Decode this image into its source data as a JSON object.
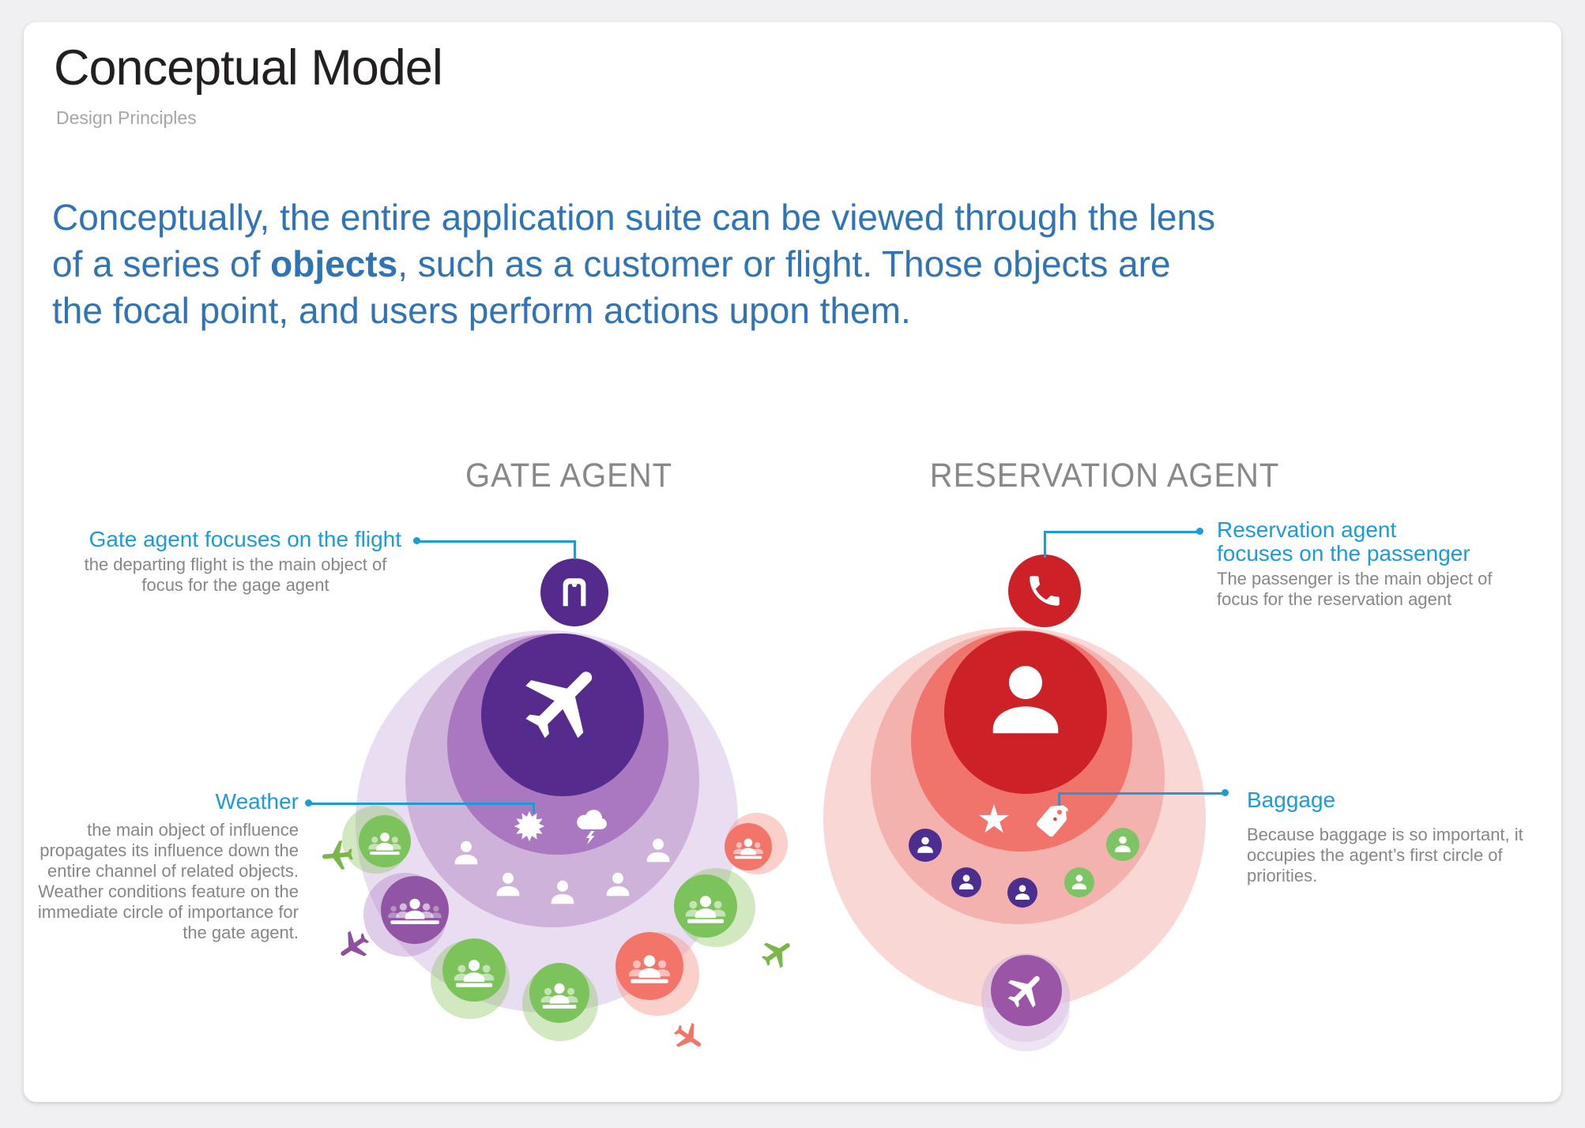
{
  "header": {
    "title": "Conceptual Model",
    "subtitle": "Design Principles"
  },
  "intro": {
    "prefix": "Conceptually, the entire application suite can be viewed through the lens of a series of ",
    "bold": "objects",
    "suffix": ", such as a customer or flight. Those objects are the focal point, and users perform actions upon them."
  },
  "gate": {
    "header": "GATE AGENT",
    "flight_callout": {
      "title": "Gate agent focuses on the flight",
      "body": "the departing flight is the main object of focus for the gage agent"
    },
    "weather_callout": {
      "title": "Weather",
      "body": "the main object of influence propagates its influence down the entire channel of related objects. Weather conditions feature on the immediate circle of importance for the gate agent."
    }
  },
  "reservation": {
    "header": "RESERVATION AGENT",
    "passenger_callout": {
      "title": "Reservation agent focuses on the passenger",
      "body": "The passenger is the main object of focus for the reservation agent"
    },
    "baggage_callout": {
      "title": "Baggage",
      "body": "Because baggage is so important, it occupies the agent’s first circle of priorities."
    }
  },
  "icons": {
    "gate_core": "airplane-icon",
    "gate_top": "gate-icon",
    "gate_ring2": [
      "sun-icon",
      "storm-cloud-icon"
    ],
    "gate_ring3": "person-silhouette-icon",
    "gate_satellites": "people-group-icon",
    "reservation_core": "passenger-icon",
    "reservation_top": "phone-icon",
    "reservation_ring2": [
      "star-icon",
      "baggage-tag-icon"
    ],
    "reservation_ring3": "person-icon",
    "reservation_bottom": "airplane-icon"
  },
  "colors": {
    "accent_blue": "#1b9cd9",
    "intro_blue": "#2e74b6",
    "body_gray": "#85878a",
    "gate_core": "#562b8e",
    "gate_ring2": "#a978c0",
    "gate_ring3": "#cfb2da",
    "gate_ring4": "#e9ddf1",
    "satellite_green": "#7cc35c",
    "satellite_purple": "#9155a5",
    "satellite_salmon": "#f3756a",
    "res_core": "#cd2128",
    "res_ring2": "#f0736c",
    "res_ring3": "#f4b2ae",
    "res_ring4": "#f9d7d5",
    "res_purple": "#4b2e90",
    "res_green": "#7cc464",
    "res_plane_circle": "#9b55a6"
  }
}
